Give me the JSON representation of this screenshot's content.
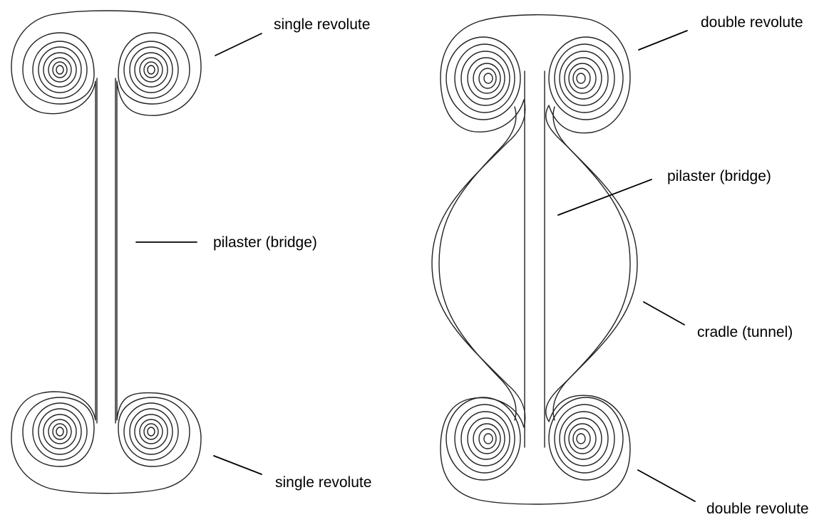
{
  "diagrams": [
    {
      "name": "single-revolute",
      "labels": {
        "top": "single revolute",
        "middle": "pilaster (bridge)",
        "bottom": "single revolute"
      }
    },
    {
      "name": "double-revolute",
      "labels": {
        "top": "double revolute",
        "middle": "pilaster (bridge)",
        "side": "cradle (tunnel)",
        "bottom": "double revolute"
      }
    }
  ],
  "colors": {
    "stroke": "#222222",
    "text": "#000000",
    "background": "#ffffff"
  }
}
